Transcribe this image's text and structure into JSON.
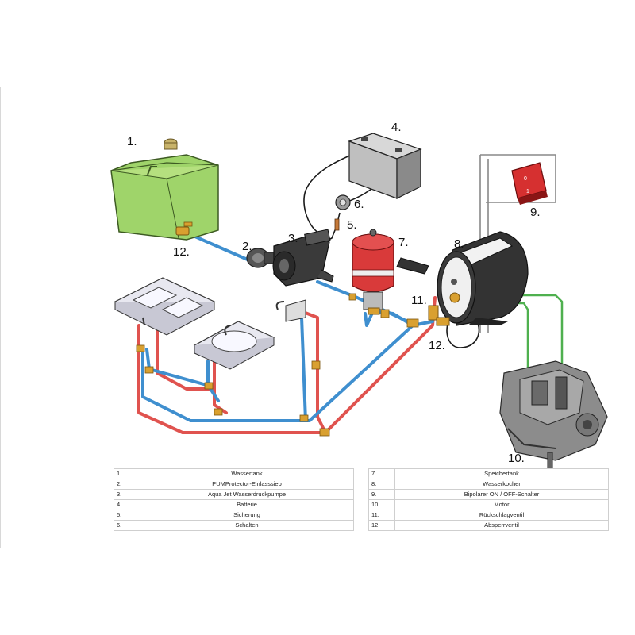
{
  "callouts": [
    {
      "id": "wassertank",
      "label": "1."
    },
    {
      "id": "einlasssieb",
      "label": "2."
    },
    {
      "id": "pumpe",
      "label": "3."
    },
    {
      "id": "batterie",
      "label": "4."
    },
    {
      "id": "sicherung",
      "label": "5."
    },
    {
      "id": "schalter",
      "label": "6."
    },
    {
      "id": "speichertank",
      "label": "7."
    },
    {
      "id": "wasserkocher",
      "label": "8."
    },
    {
      "id": "bipolarschalter",
      "label": "9."
    },
    {
      "id": "motor",
      "label": "10."
    },
    {
      "id": "rueckschlagventil",
      "label": "11."
    },
    {
      "id": "absperrventil",
      "label": "12."
    },
    {
      "id": "absperrventil-tank",
      "label": "12."
    }
  ],
  "switch_marks": {
    "off": "0",
    "on": "1"
  },
  "legend": [
    {
      "left_num": "1.",
      "left_label": "Wassertank",
      "right_num": "7.",
      "right_label": "Speichertank"
    },
    {
      "left_num": "2.",
      "left_label": "PUMProtector-Einlasssieb",
      "right_num": "8.",
      "right_label": "Wasserkocher"
    },
    {
      "left_num": "3.",
      "left_label": "Aqua Jet Wasserdruckpumpe",
      "right_num": "9.",
      "right_label": "Bipolarer ON / OFF-Schalter"
    },
    {
      "left_num": "4.",
      "left_label": "Batterie",
      "right_num": "10.",
      "right_label": "Motor"
    },
    {
      "left_num": "5.",
      "left_label": "Sicherung",
      "right_num": "11.",
      "right_label": "Rückschlagventil"
    },
    {
      "left_num": "6.",
      "left_label": "Schalten",
      "right_num": "12.",
      "right_label": "Absperrventil"
    }
  ],
  "colors": {
    "cold_pipe": "#3f8fcf",
    "hot_pipe": "#e0534f",
    "coolant_pipe": "#4fb04f",
    "wire": "#1a1a1a",
    "tank_fill": "#9fd46a",
    "fitting": "#d9a030",
    "accumulator": "#d93a3a",
    "switch_red": "#d63030"
  }
}
